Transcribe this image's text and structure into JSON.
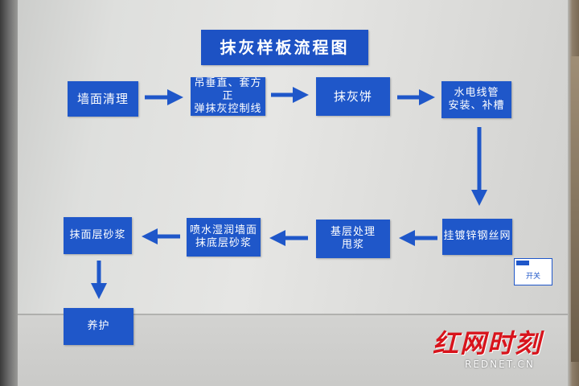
{
  "title": "抹灰样板流程图",
  "steps": [
    {
      "id": "s1",
      "label": "墙面清理"
    },
    {
      "id": "s2",
      "label": "吊垂直、套方正\n弹抹灰控制线"
    },
    {
      "id": "s3",
      "label": "抹灰饼"
    },
    {
      "id": "s4",
      "label": "水电线管\n安装、补槽"
    },
    {
      "id": "s5",
      "label": "挂镀锌钢丝网"
    },
    {
      "id": "s6",
      "label": "基层处理\n甩浆"
    },
    {
      "id": "s7",
      "label": "喷水湿润墙面\n抹底层砂浆"
    },
    {
      "id": "s8",
      "label": "抹面层砂浆"
    },
    {
      "id": "s9",
      "label": "养护"
    }
  ],
  "switch_label": "开关",
  "watermark": {
    "main": "红网时刻",
    "sub": "REDNET.CN"
  },
  "colors": {
    "box_blue": "#1f57c9",
    "arrow_blue": "#1f57c9",
    "watermark_red": "#d8141c"
  }
}
